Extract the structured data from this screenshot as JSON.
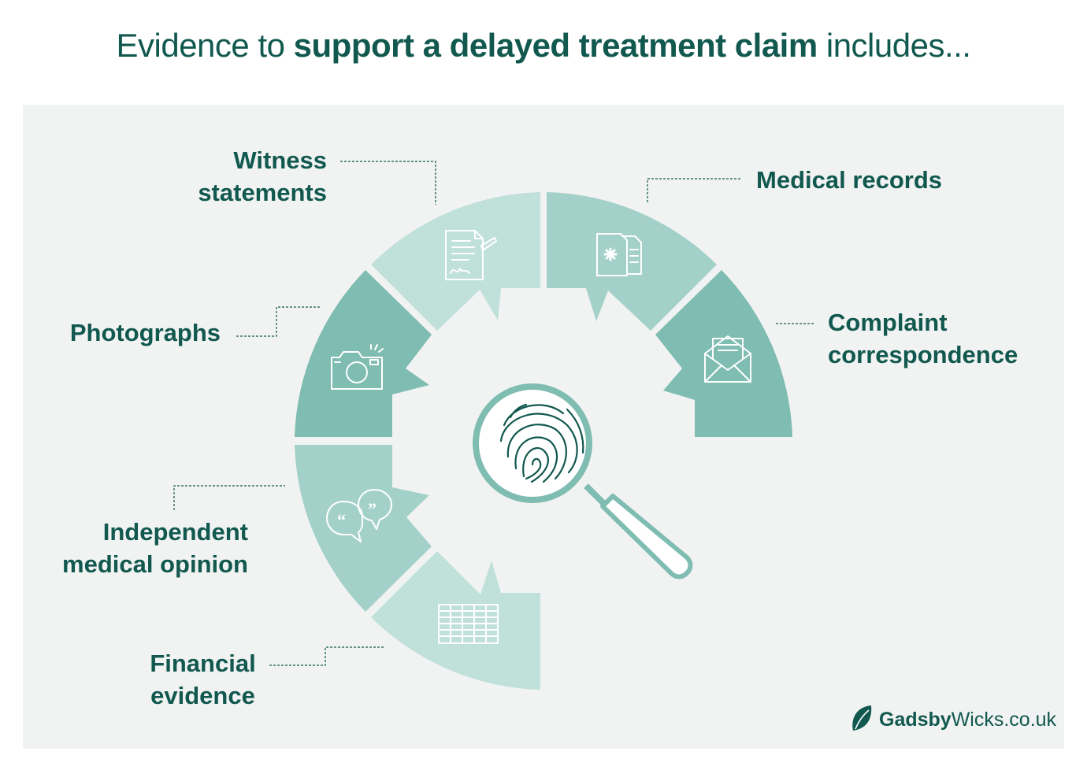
{
  "title": {
    "prefix": "Evidence to ",
    "emphasis": "support a delayed treatment claim",
    "suffix": " includes..."
  },
  "items": [
    {
      "line1": "Witness",
      "line2": "statements",
      "icon": "signed-document-icon"
    },
    {
      "line1": "Medical records",
      "line2": "",
      "icon": "medical-record-icon"
    },
    {
      "line1": "Photographs",
      "line2": "",
      "icon": "camera-icon"
    },
    {
      "line1": "Complaint",
      "line2": "correspondence",
      "icon": "envelope-icon"
    },
    {
      "line1": "Independent",
      "line2": "medical opinion",
      "icon": "speech-bubbles-icon"
    },
    {
      "line1": "Financial",
      "line2": "evidence",
      "icon": "spreadsheet-icon"
    }
  ],
  "center_icon": "fingerprint-magnifier-icon",
  "brand": {
    "bold": "Gadsby",
    "regular": "Wicks.co.uk",
    "icon": "leaf-icon"
  },
  "colors": {
    "text": "#11584f",
    "light": "#c0e0da",
    "mid": "#a3d1c9",
    "dark": "#7fbcb2",
    "panel": "#f1f3f2"
  }
}
